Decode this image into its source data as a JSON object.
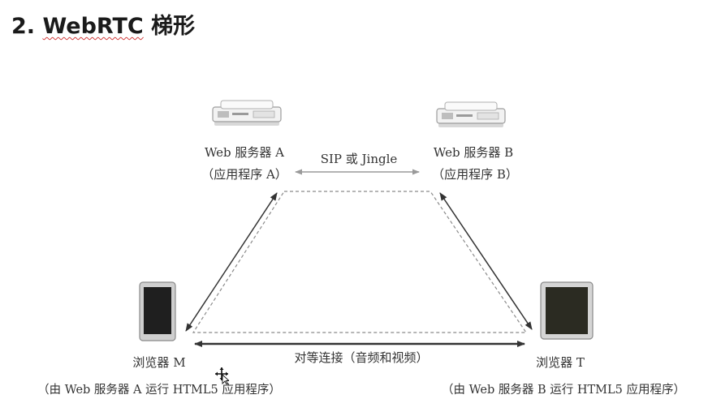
{
  "slide": {
    "title_num": "2.",
    "title_main": "WebRTC",
    "title_suffix": "梯形"
  },
  "nodes": {
    "server_a": {
      "name": "Web 服务器 A",
      "sub": "（应用程序 A）",
      "icon": "server-icon"
    },
    "server_b": {
      "name": "Web 服务器 B",
      "sub": "（应用程序 B）",
      "icon": "server-icon"
    },
    "browser_m": {
      "name": "浏览器 M",
      "sub": "（由 Web 服务器 A 运行 HTML5 应用程序）",
      "icon": "tablet-icon"
    },
    "browser_t": {
      "name": "浏览器 T",
      "sub": "（由 Web 服务器 B 运行 HTML5 应用程序）",
      "icon": "tablet-icon"
    }
  },
  "edges": {
    "signaling": "SIP 或 Jingle",
    "peer": "对等连接（音频和视频）"
  },
  "colors": {
    "ink": "#333333",
    "dashed": "#8a8a8a",
    "signaling_line": "#9a9a9a",
    "squiggle": "#d23b3b"
  }
}
